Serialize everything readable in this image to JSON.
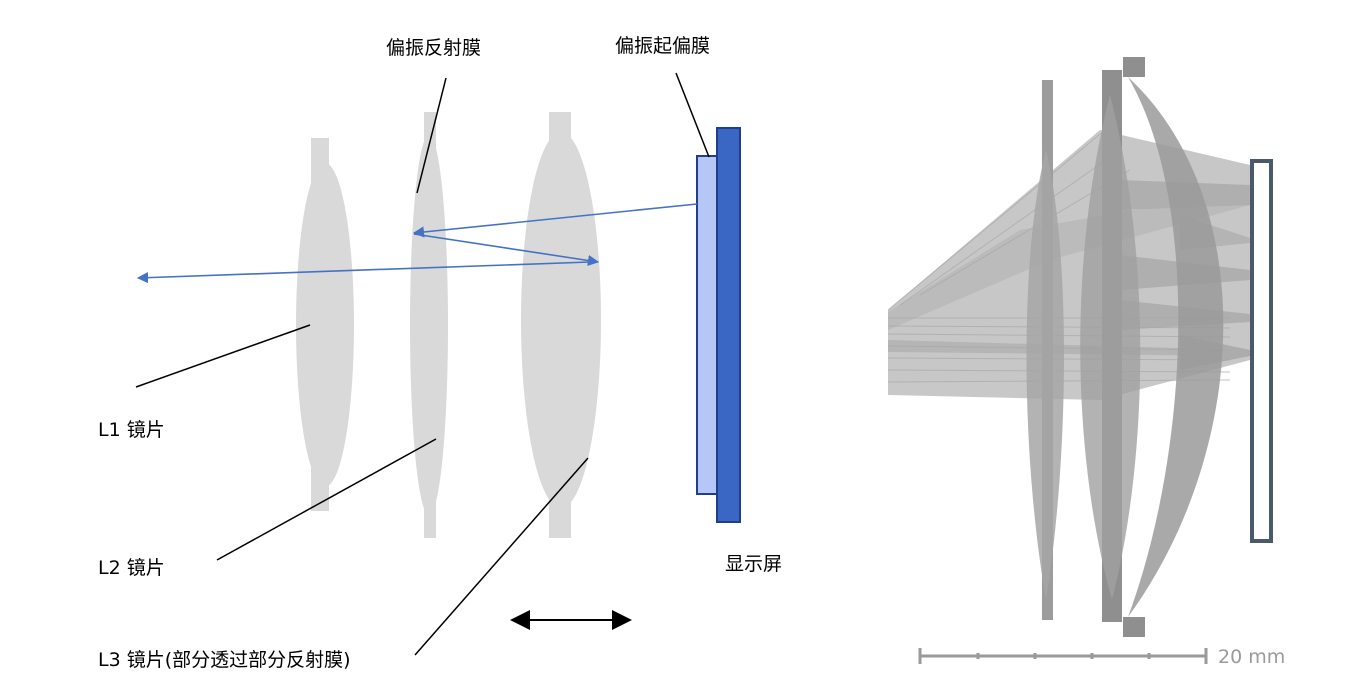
{
  "labels": {
    "polarizing_reflective_film": "偏振反射膜",
    "polarizing_film": "偏振起偏膜",
    "lens_l1": "L1 镜片",
    "lens_l2": "L2 镜片",
    "lens_l3": "L3 镜片(部分透过部分反射膜)",
    "display": "显示屏",
    "scale_bar": "20 mm"
  },
  "colors": {
    "lens_fill": "#d9d9d9",
    "ray": "#4472c4",
    "display_dark": "#3a66c4",
    "display_light": "#b4c7f7",
    "sim_frame": "#4a5a6c",
    "sim_gray": "#8a8a8a",
    "leader": "#000000"
  }
}
